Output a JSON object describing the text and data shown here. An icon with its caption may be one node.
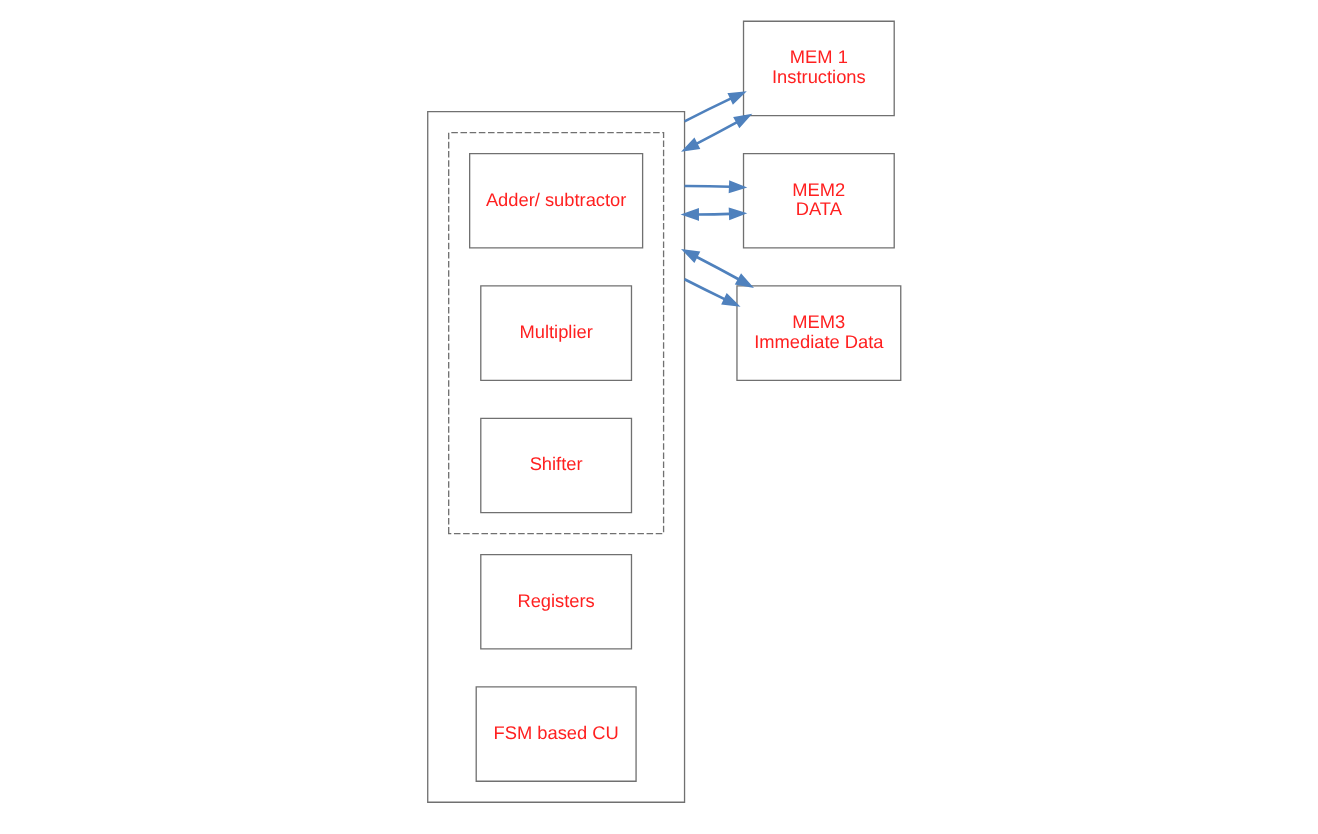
{
  "diagram": {
    "nodes": [
      {
        "text": [],
        "shape": "box"
      },
      {
        "text": [],
        "shape": "box",
        "in": 0
      },
      {
        "text": [
          "Adder/ subtractor"
        ],
        "in": 1
      },
      {
        "text": [
          "Multiplier"
        ],
        "in": 1
      },
      {
        "text": [
          "Shifter"
        ],
        "in": 1
      },
      {
        "text": [
          "Registers"
        ],
        "in": 0
      },
      {
        "text": [
          "FSM based CU"
        ],
        "in": 0
      },
      {
        "text": [
          "MEM 1",
          "Instructions"
        ]
      },
      {
        "text": [
          "MEM2",
          "DATA"
        ]
      },
      {
        "text": [
          "MEM3",
          "Immediate Data"
        ]
      }
    ],
    "edges": [
      {
        "from": 0,
        "to": 7,
        "arrow": "both",
        "color": "#4f81bd"
      },
      {
        "from": 0,
        "to": 7,
        "arrow": "to",
        "color": "#4f81bd"
      },
      {
        "from": 0,
        "to": 8,
        "arrow": "both",
        "color": "#4f81bd"
      },
      {
        "from": 0,
        "to": 8,
        "arrow": "to",
        "color": "#4f81bd"
      },
      {
        "from": 0,
        "to": 9,
        "arrow": "to",
        "color": "#4f81bd"
      },
      {
        "from": 0,
        "to": 9,
        "arrow": "both",
        "color": "#4f81bd"
      }
    ]
  }
}
